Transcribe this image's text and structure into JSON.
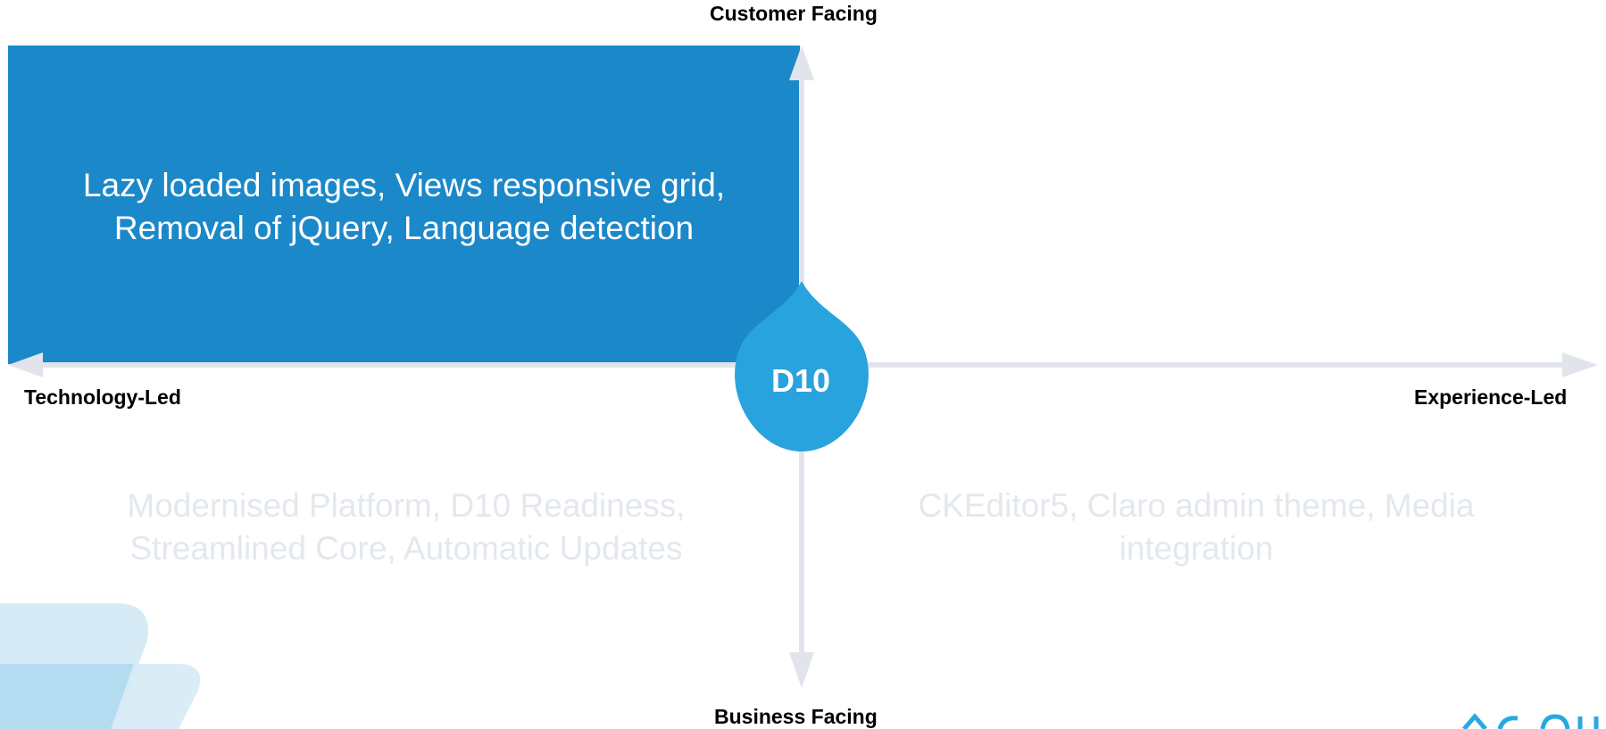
{
  "axes": {
    "top": "Customer Facing",
    "bottom": "Business Facing",
    "left": "Technology-Led",
    "right": "Experience-Led"
  },
  "center": {
    "label": "D10"
  },
  "quadrants": {
    "top_left": {
      "lines": [
        "Lazy loaded images, Views responsive grid,",
        "Removal of jQuery, Language detection"
      ],
      "highlighted": true
    },
    "top_right": {
      "lines": []
    },
    "bottom_left": {
      "lines": [
        "Modernised Platform, D10 Readiness,",
        "Streamlined Core, Automatic Updates"
      ],
      "highlighted": false
    },
    "bottom_right": {
      "lines": [
        "CKEditor5, Claro admin theme, Media",
        "integration"
      ],
      "highlighted": false
    }
  },
  "colors": {
    "highlight_fill": "#1b88c9",
    "highlight_text": "#ffffff",
    "muted_text": "#e6ebf0",
    "axis": "#e1e5eb",
    "drop": "#29a3dd",
    "decor_light": "#d6ebf6",
    "decor_mid": "#b3dcf0"
  }
}
